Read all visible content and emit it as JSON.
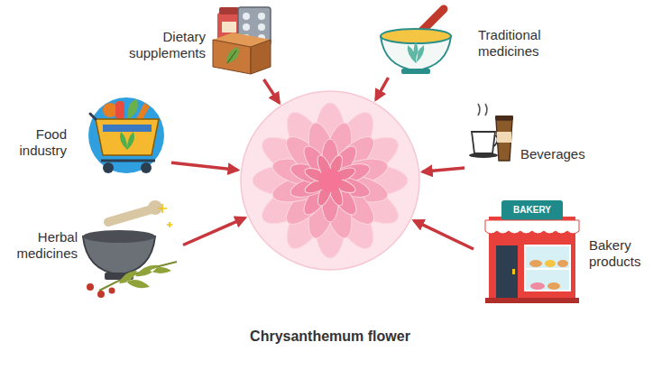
{
  "diagram": {
    "nodes": [
      {
        "text": [
          "Dietary supplements"
        ]
      },
      {
        "text": [
          "Traditional medicines"
        ]
      },
      {
        "text": [
          "Food industry"
        ]
      },
      {
        "text": [
          "Beverages"
        ]
      },
      {
        "text": [
          "Herbal medicines"
        ]
      },
      {
        "text": [
          "Bakery products"
        ]
      },
      {
        "text": [
          "Chrysanthemum flower"
        ]
      }
    ],
    "edges": [
      {
        "from": 0,
        "to": 6,
        "arrow": "to"
      },
      {
        "from": 1,
        "to": 6,
        "arrow": "to"
      },
      {
        "from": 2,
        "to": 6,
        "arrow": "to"
      },
      {
        "from": 3,
        "to": 6,
        "arrow": "to"
      },
      {
        "from": 4,
        "to": 6,
        "arrow": "to"
      },
      {
        "from": 5,
        "to": 6,
        "arrow": "to"
      }
    ],
    "labels": [
      "BAKERY"
    ]
  }
}
